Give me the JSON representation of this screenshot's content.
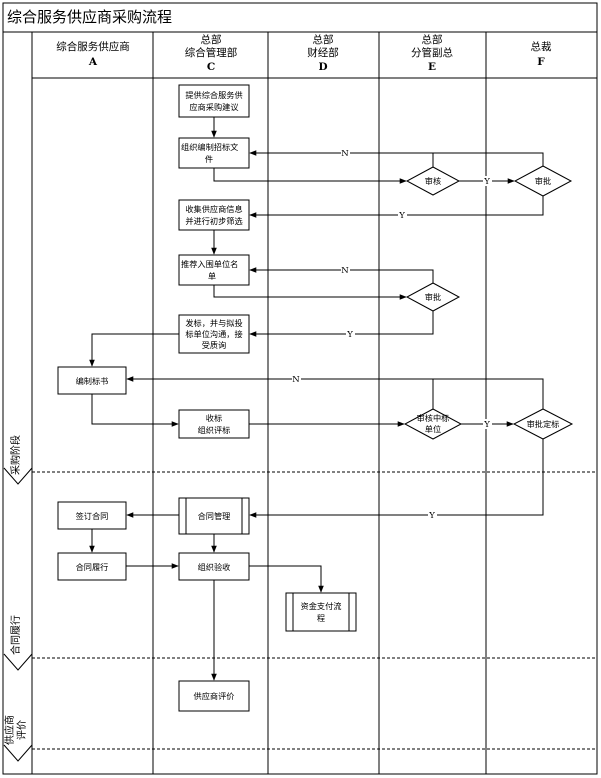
{
  "title": "综合服务供应商采购流程",
  "columns": [
    {
      "id": "A",
      "line1": "",
      "line2": "综合服务供应商",
      "letter": "A"
    },
    {
      "id": "C",
      "line1": "总部",
      "line2": "综合管理部",
      "letter": "C"
    },
    {
      "id": "D",
      "line1": "总部",
      "line2": "财经部",
      "letter": "D"
    },
    {
      "id": "E",
      "line1": "总部",
      "line2": "分管副总",
      "letter": "E"
    },
    {
      "id": "F",
      "line1": "",
      "line2": "总裁",
      "letter": "F"
    }
  ],
  "phases": [
    {
      "id": "purchase",
      "label": "采购阶段"
    },
    {
      "id": "contract",
      "label": "合同履行"
    },
    {
      "id": "evaluation",
      "label": "供应商评价"
    }
  ],
  "nodes": {
    "n1": {
      "shape": "rect",
      "lines": [
        "提供综合服务供",
        "应商采购建议"
      ]
    },
    "n2": {
      "shape": "rect",
      "lines": [
        "组织编制招标文",
        "件"
      ]
    },
    "n3": {
      "shape": "diamond",
      "lines": [
        "审核"
      ]
    },
    "n4": {
      "shape": "diamond",
      "lines": [
        "审批"
      ]
    },
    "n5": {
      "shape": "rect",
      "lines": [
        "收集供应商信息",
        "并进行初步筛选"
      ]
    },
    "n6": {
      "shape": "rect",
      "lines": [
        "推荐入围单位名",
        "单"
      ]
    },
    "n7": {
      "shape": "diamond",
      "lines": [
        "审批"
      ]
    },
    "n8": {
      "shape": "rect",
      "lines": [
        "发标，并与拟投",
        "标单位沟通，接",
        "受质询"
      ]
    },
    "n9": {
      "shape": "rect",
      "lines": [
        "编制标书"
      ]
    },
    "n10": {
      "shape": "rect",
      "lines": [
        "收标",
        "组织评标"
      ]
    },
    "n11": {
      "shape": "diamond",
      "lines": [
        "审核中标",
        "单位"
      ]
    },
    "n12": {
      "shape": "diamond",
      "lines": [
        "审批定标"
      ]
    },
    "n13": {
      "shape": "subprocess",
      "lines": [
        "合同管理"
      ]
    },
    "n14": {
      "shape": "rect",
      "lines": [
        "签订合同"
      ]
    },
    "n15": {
      "shape": "rect",
      "lines": [
        "合同履行"
      ]
    },
    "n16": {
      "shape": "rect",
      "lines": [
        "组织验收"
      ]
    },
    "n17": {
      "shape": "subprocess",
      "lines": [
        "资金支付流",
        "程"
      ]
    },
    "n18": {
      "shape": "rect",
      "lines": [
        "供应商评价"
      ]
    }
  },
  "edge_labels": {
    "yes": "Y",
    "no": "N"
  }
}
